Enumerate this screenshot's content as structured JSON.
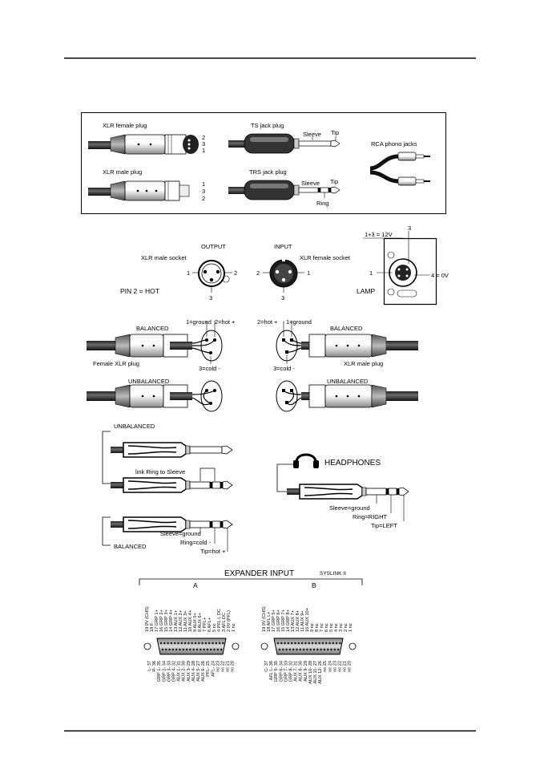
{
  "plugs_box": {
    "xlr_female_plug": "XLR female plug",
    "xlr_female_pins": [
      "2",
      "3",
      "1"
    ],
    "xlr_male_plug": "XLR male plug",
    "xlr_male_pins": [
      "1",
      "3",
      "2"
    ],
    "ts_jack_plug": "TS jack plug",
    "trs_jack_plug": "TRS jack plug",
    "sleeve": "Sleeve",
    "tip": "Tip",
    "ring": "Ring",
    "rca_phono_jacks": "RCA phono jacks"
  },
  "sockets": {
    "output": "OUTPUT",
    "input": "INPUT",
    "xlr_male_socket": "XLR male socket",
    "xlr_female_socket": "XLR female socket",
    "pin1": "1",
    "pin2": "2",
    "pin3": "3",
    "pin2_hot": "PIN 2 = HOT",
    "lamp": "LAMP",
    "lamp_12v": "1+3 = 12V",
    "lamp_0v": "4 = 0V",
    "lamp_pin1": "1",
    "lamp_pin3": "3"
  },
  "xlr_wiring": {
    "balanced": "BALANCED",
    "unbalanced": "UNBALANCED",
    "ground": "1=ground",
    "hot": "2=hot +",
    "cold": "3=cold -",
    "female_xlr_plug": "Female XLR plug",
    "xlr_male_plug": "XLR male plug"
  },
  "jack_wiring": {
    "unbalanced": "UNBALANCED",
    "link_ring_sleeve": "link Ring to Sleeve",
    "balanced": "BALANCED",
    "sleeve_ground": "Sleeve=ground",
    "ring_cold": "Ring=cold -",
    "tip_hot": "Tip=hot +"
  },
  "headphones": {
    "title": "HEADPHONES",
    "sleeve_ground": "Sleeve=ground",
    "ring_right": "Ring=RIGHT",
    "tip_left": "Tip=LEFT"
  },
  "expander": {
    "title": "EXPANDER INPUT",
    "tag": "SYSLINK II",
    "a_label": "A",
    "b_label": "B",
    "a_top": [
      "19 0V (CHS)",
      "18 F-",
      "17 GRP 1+",
      "16 GRP 2+",
      "15 GRP 3+",
      "14 GRP 4+",
      "13 AUX 1+",
      "12 AUX 2+",
      "11 AUX 3+",
      "10 AUX 4+",
      "9 AUX 5+",
      "8 AUX 6+",
      "7 PFL+",
      "6 AFL+",
      "5 nc",
      "4 PFL L DC",
      "3 AFL DC",
      "2 0V (PFL)",
      "1 nc"
    ],
    "a_bottom": [
      "L- 37",
      "R- 36",
      "GRP 1- 35",
      "GRP 2- 34",
      "GRP 3- 33",
      "GRP 4- 32",
      "AUX 1- 31",
      "AUX 2- 30",
      "AUX 3- 29",
      "AUX 4- 28",
      "AUX 5- 27",
      "AUX 6- 26",
      "PFL- 25",
      "AFL- 24",
      "nc 23",
      "nc 22",
      "nc 21",
      "nc 20"
    ],
    "b_top": [
      "19 0V (CHS)",
      "18 AFL L+",
      "17 GRP 5+",
      "16 GRP 6+",
      "15 GRP 7+",
      "14 GRP 8+",
      "13 AUX 7+",
      "12 AUX 8+",
      "11 AUX 9+",
      "10 AUX 10+",
      "9 nc",
      "8 nc",
      "7 nc",
      "6 nc",
      "5 nc",
      "4 nc",
      "3 nc",
      "2 nc",
      "1 nc"
    ],
    "b_bottom": [
      "C- 37",
      "AFL L- 36",
      "GRP 5- 35",
      "GRP 6- 34",
      "GRP 7- 33",
      "GRP 8- 32",
      "AUX 7- 31",
      "AUX 8- 30",
      "AUX 9- 29",
      "AUX 10- 28",
      "AUX 11- 27",
      "AUX 12- 26",
      "nc 25",
      "nc 24",
      "nc 23",
      "nc 22",
      "nc 21",
      "nc 20"
    ]
  }
}
